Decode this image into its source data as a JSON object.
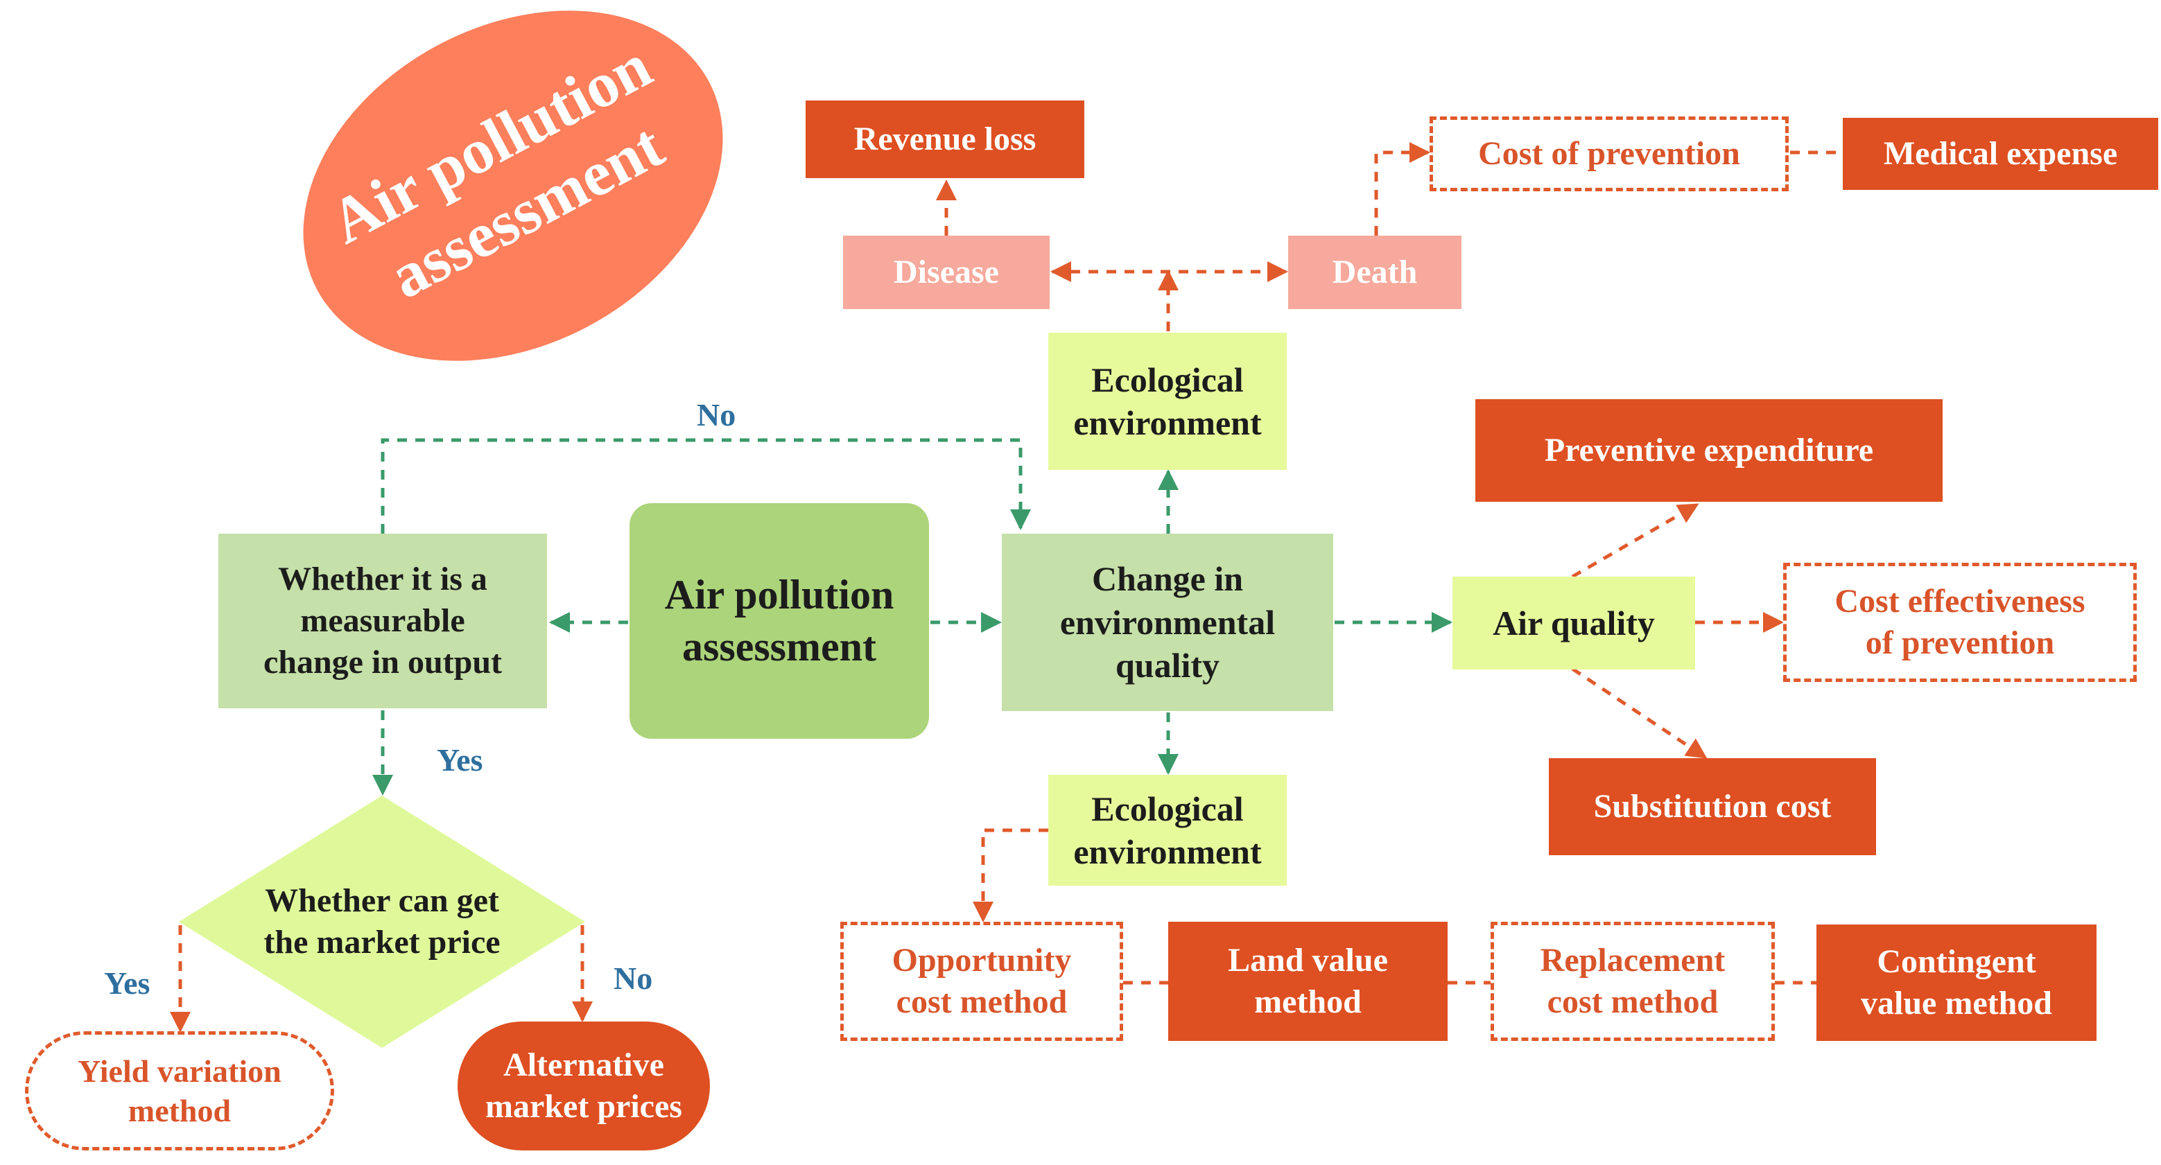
{
  "title_ellipse": {
    "line1": "Air pollution",
    "line2": "assessment"
  },
  "nodes": {
    "revenue_loss": "Revenue loss",
    "disease": "Disease",
    "death": "Death",
    "cost_of_prevention": "Cost of prevention",
    "medical_expense": "Medical expense",
    "ecological_env_top": {
      "line1": "Ecological",
      "line2": "environment"
    },
    "ecological_env_bottom": {
      "line1": "Ecological",
      "line2": "environment"
    },
    "preventive_expenditure": "Preventive expenditure",
    "measurable_change": {
      "line1": "Whether it is a",
      "line2": "measurable",
      "line3": "change in output"
    },
    "air_pollution_assessment": {
      "line1": "Air pollution",
      "line2": "assessment"
    },
    "change_env_quality": {
      "line1": "Change in",
      "line2": "environmental",
      "line3": "quality"
    },
    "air_quality": "Air quality",
    "cost_effectiveness": {
      "line1": "Cost effectiveness",
      "line2": "of prevention"
    },
    "substitution_cost": "Substitution cost",
    "market_price": {
      "line1": "Whether can get",
      "line2": "the market price"
    },
    "opportunity_cost": {
      "line1": "Opportunity",
      "line2": "cost method"
    },
    "land_value": {
      "line1": "Land value",
      "line2": "method"
    },
    "replacement_cost": {
      "line1": "Replacement",
      "line2": "cost method"
    },
    "contingent_value": {
      "line1": "Contingent",
      "line2": "value method"
    },
    "yield_variation": {
      "line1": "Yield variation",
      "line2": "method"
    },
    "alternative_prices": {
      "line1": "Alternative",
      "line2": "market prices"
    }
  },
  "labels": {
    "no_top": "No",
    "yes_mid": "Yes",
    "yes_left": "Yes",
    "no_right": "No"
  },
  "colors": {
    "orange_solid": "#de4f21",
    "orange_dashed": "#e05a2b",
    "salmon": "#fd7f5c",
    "pink": "#f6a99c",
    "lime": "#e6f99b",
    "sage": "#c5e0a8",
    "green_mid": "#acd47a",
    "green_arrow": "#3a9a6a",
    "label_blue": "#2e6f9e"
  }
}
